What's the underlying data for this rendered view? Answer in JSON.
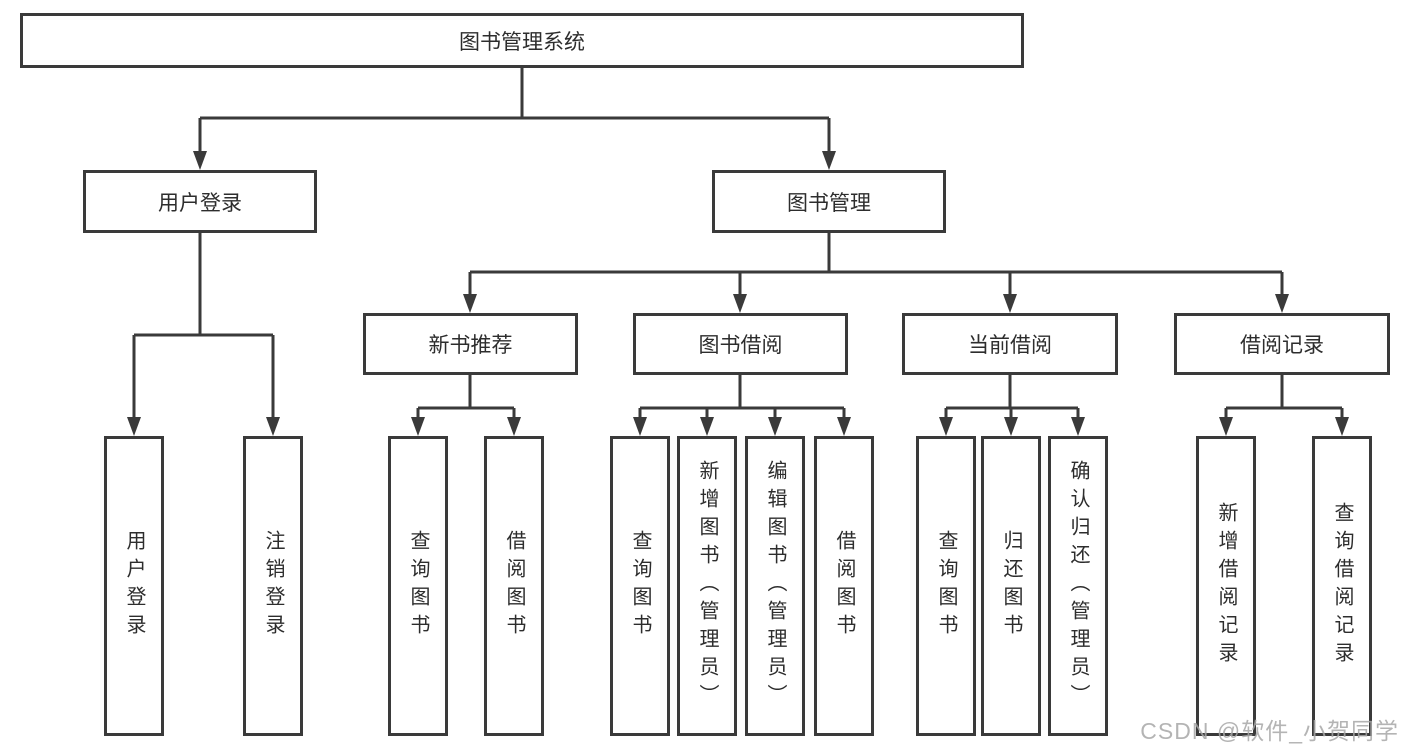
{
  "diagram": {
    "type": "tree",
    "root": {
      "label": "图书管理系统"
    },
    "level1": [
      {
        "id": "user-login",
        "label": "用户登录",
        "parent": "图书管理系统"
      },
      {
        "id": "book-management",
        "label": "图书管理",
        "parent": "图书管理系统"
      }
    ],
    "level2": [
      {
        "id": "new-book-recommend",
        "label": "新书推荐",
        "parent": "图书管理"
      },
      {
        "id": "book-borrow",
        "label": "图书借阅",
        "parent": "图书管理"
      },
      {
        "id": "current-borrow",
        "label": "当前借阅",
        "parent": "图书管理"
      },
      {
        "id": "borrow-record",
        "label": "借阅记录",
        "parent": "图书管理"
      }
    ],
    "leaves": [
      {
        "label": "用户登录",
        "parent": "用户登录"
      },
      {
        "label": "注销登录",
        "parent": "用户登录"
      },
      {
        "label": "查询图书",
        "parent": "新书推荐"
      },
      {
        "label": "借阅图书",
        "parent": "新书推荐"
      },
      {
        "label": "查询图书",
        "parent": "图书借阅"
      },
      {
        "label": "新增图书（管理员）",
        "parent": "图书借阅"
      },
      {
        "label": "编辑图书（管理员）",
        "parent": "图书借阅"
      },
      {
        "label": "借阅图书",
        "parent": "图书借阅"
      },
      {
        "label": "查询图书",
        "parent": "当前借阅"
      },
      {
        "label": "归还图书",
        "parent": "当前借阅"
      },
      {
        "label": "确认归还（管理员）",
        "parent": "当前借阅"
      },
      {
        "label": "新增借阅记录",
        "parent": "借阅记录"
      },
      {
        "label": "查询借阅记录",
        "parent": "借阅记录"
      }
    ]
  },
  "watermark": {
    "text": "CSDN @软件_小贺同学"
  },
  "colors": {
    "line": "#3a3a3a",
    "box_border": "#3a3a3a",
    "box_fill": "#ffffff",
    "text": "#2d2d2d",
    "background": "#ffffff",
    "watermark": "#a8a8a8"
  }
}
